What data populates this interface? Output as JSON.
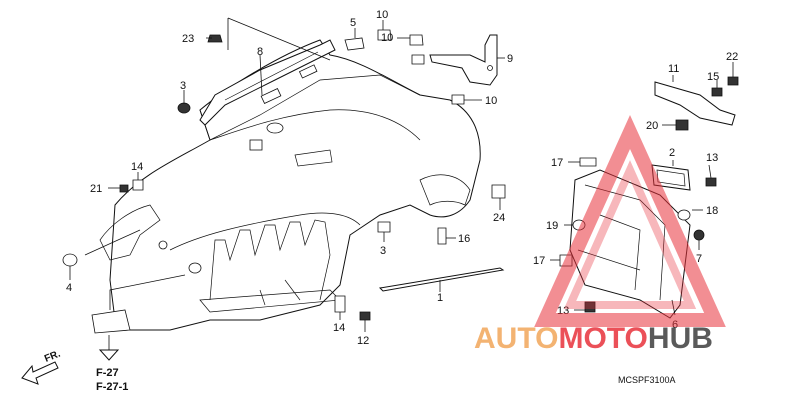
{
  "callouts": {
    "c1": "1",
    "c2": "2",
    "c3a": "3",
    "c3b": "3",
    "c4": "4",
    "c5": "5",
    "c6": "6",
    "c7": "7",
    "c8": "8",
    "c9": "9",
    "c10a": "10",
    "c10b": "10",
    "c10c": "10",
    "c11": "11",
    "c12": "12",
    "c13a": "13",
    "c13b": "13",
    "c14a": "14",
    "c14b": "14",
    "c15": "15",
    "c16": "16",
    "c17a": "17",
    "c17b": "17",
    "c18": "18",
    "c19": "19",
    "c20": "20",
    "c21": "21",
    "c22": "22",
    "c23": "23",
    "c24": "24"
  },
  "direction_label": "FR.",
  "references": [
    "F-27",
    "F-27-1"
  ],
  "diagram_code": "MCSPF3100A",
  "watermark": {
    "auto": "AUTO",
    "moto": "MOTO",
    "hub": "HUB",
    "colors": {
      "auto": "#f2a65a",
      "moto": "#e8323b",
      "hub": "#5a5a5a"
    }
  }
}
